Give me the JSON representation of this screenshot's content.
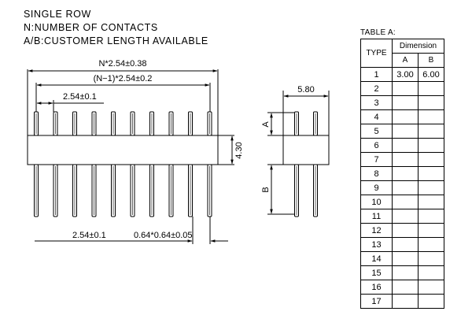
{
  "notes": [
    "SINGLE ROW",
    "N:NUMBER OF CONTACTS",
    "A/B:CUSTOMER LENGTH AVAILABLE"
  ],
  "dimensions": {
    "overall_length": "N*2.54±0.38",
    "pin_span": "(N−1)*2.54±0.2",
    "pitch_top": "2.54±0.1",
    "pitch_bottom": "2.54±0.1",
    "pin_size": "0.64*0.64±0.05",
    "body_height": "4.30",
    "side_width": "5.80",
    "label_a": "A",
    "label_b": "B"
  },
  "table": {
    "caption": "TABLE A:",
    "type_header": "TYPE",
    "dimension_header": "Dimension",
    "col_a": "A",
    "col_b": "B",
    "rows": [
      {
        "type": "1",
        "a": "3.00",
        "b": "6.00"
      },
      {
        "type": "2",
        "a": "",
        "b": ""
      },
      {
        "type": "3",
        "a": "",
        "b": ""
      },
      {
        "type": "4",
        "a": "",
        "b": ""
      },
      {
        "type": "5",
        "a": "",
        "b": ""
      },
      {
        "type": "6",
        "a": "",
        "b": ""
      },
      {
        "type": "7",
        "a": "",
        "b": ""
      },
      {
        "type": "8",
        "a": "",
        "b": ""
      },
      {
        "type": "9",
        "a": "",
        "b": ""
      },
      {
        "type": "10",
        "a": "",
        "b": ""
      },
      {
        "type": "11",
        "a": "",
        "b": ""
      },
      {
        "type": "12",
        "a": "",
        "b": ""
      },
      {
        "type": "13",
        "a": "",
        "b": ""
      },
      {
        "type": "14",
        "a": "",
        "b": ""
      },
      {
        "type": "15",
        "a": "",
        "b": ""
      },
      {
        "type": "16",
        "a": "",
        "b": ""
      },
      {
        "type": "17",
        "a": "",
        "b": ""
      }
    ]
  }
}
